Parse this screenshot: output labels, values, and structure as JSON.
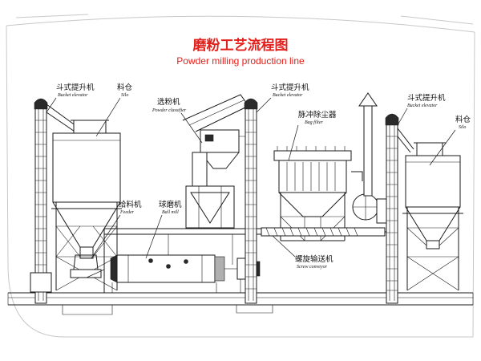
{
  "title": {
    "cn": "磨粉工艺流程图",
    "en": "Powder milling production line"
  },
  "labels": {
    "bucket_elevator_left": {
      "cn": "斗式提升机",
      "en": "Bucket elevator"
    },
    "silo_left": {
      "cn": "料仓",
      "en": "Silo"
    },
    "powder_classifier": {
      "cn": "选粉机",
      "en": "Powder classifier"
    },
    "bucket_elevator_mid": {
      "cn": "斗式提升机",
      "en": "Bucket elevator"
    },
    "bag_filter": {
      "cn": "脉冲除尘器",
      "en": "Bag filter"
    },
    "bucket_elevator_right": {
      "cn": "斗式提升机",
      "en": "Bucket elevator"
    },
    "silo_right": {
      "cn": "料仓",
      "en": "Silo"
    },
    "feeder": {
      "cn": "给料机",
      "en": "Feeder"
    },
    "ball_mill": {
      "cn": "球磨机",
      "en": "Ball mill"
    },
    "screw_conveyor": {
      "cn": "螺旋输送机",
      "en": "Screw conveyor"
    }
  }
}
